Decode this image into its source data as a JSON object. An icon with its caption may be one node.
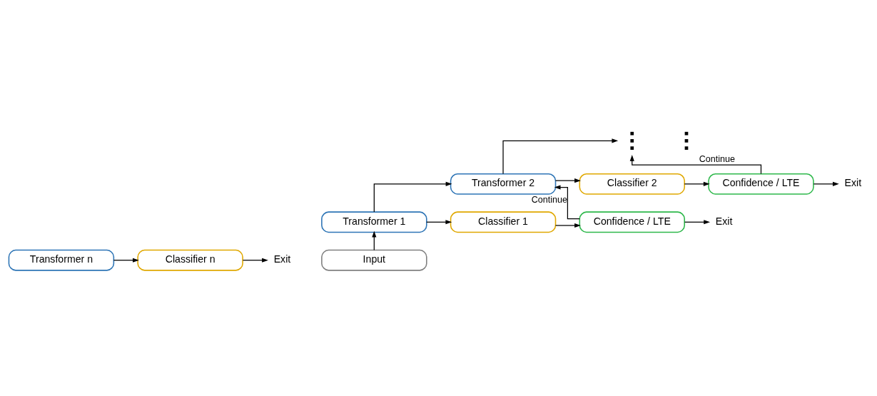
{
  "diagram": {
    "nodes": [
      {
        "text": [
          "Transformer n"
        ]
      },
      {
        "text": [
          "Classifier n"
        ]
      },
      {
        "text": [
          "Exit"
        ]
      },
      {
        "text": [],
        "shape": "dots"
      },
      {
        "text": [],
        "shape": "dots"
      },
      {
        "text": [
          "Transformer 2"
        ]
      },
      {
        "text": [
          "Classifier 2"
        ]
      },
      {
        "text": [
          "Confidence / LTE"
        ]
      },
      {
        "text": [
          "Exit"
        ]
      },
      {
        "text": [
          "Transformer 1"
        ]
      },
      {
        "text": [
          "Classifier 1"
        ]
      },
      {
        "text": [
          "Confidence / LTE"
        ]
      },
      {
        "text": [
          "Exit"
        ]
      },
      {
        "text": [
          "Input"
        ]
      }
    ],
    "edges": [
      {
        "from": 0,
        "to": 1,
        "arrow": "to"
      },
      {
        "from": 1,
        "to": 2,
        "arrow": "to"
      },
      {
        "from": 5,
        "to": 3,
        "arrow": "to"
      },
      {
        "from": 7,
        "to": 3,
        "arrow": "to",
        "label": "Continue"
      },
      {
        "from": 5,
        "to": 6,
        "arrow": "to"
      },
      {
        "from": 6,
        "to": 7,
        "arrow": "to"
      },
      {
        "from": 7,
        "to": 8,
        "arrow": "to"
      },
      {
        "from": 9,
        "to": 5,
        "arrow": "to"
      },
      {
        "from": 11,
        "to": 5,
        "arrow": "to",
        "label": "Continue"
      },
      {
        "from": 9,
        "to": 10,
        "arrow": "to"
      },
      {
        "from": 10,
        "to": 11,
        "arrow": "to"
      },
      {
        "from": 11,
        "to": 12,
        "arrow": "to"
      },
      {
        "from": 13,
        "to": 9,
        "arrow": "to"
      }
    ]
  }
}
